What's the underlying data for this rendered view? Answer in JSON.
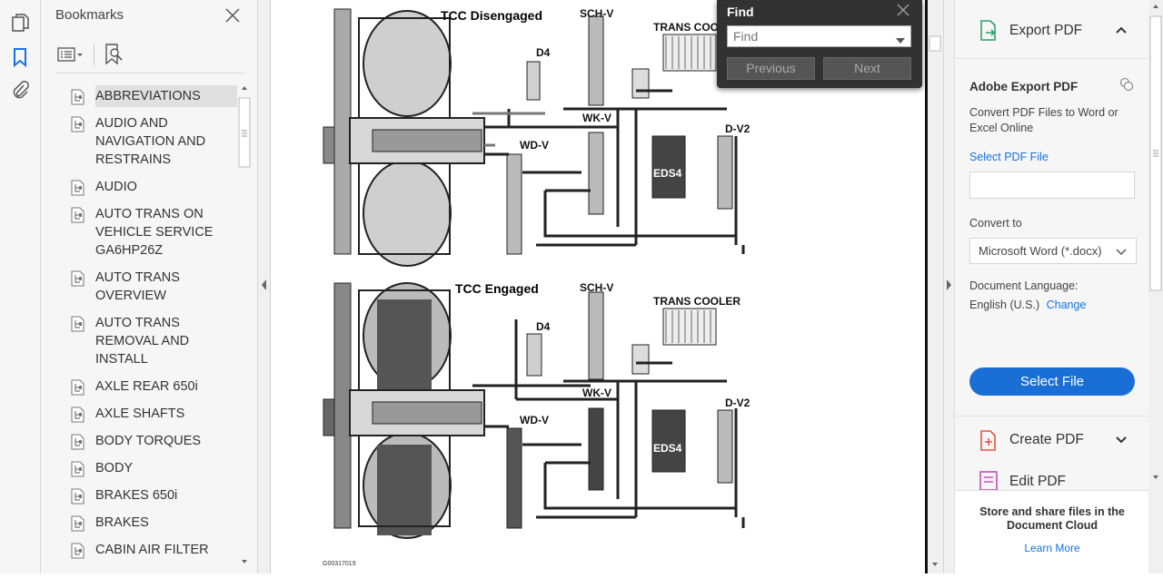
{
  "left_toolbar": {
    "icons": [
      "pages-icon",
      "bookmark-icon",
      "attachment-icon"
    ]
  },
  "bookmarks": {
    "title": "Bookmarks",
    "items": [
      {
        "label": "ABBREVIATIONS",
        "selected": true
      },
      {
        "label": "AUDIO AND NAVIGATION AND RESTRAINS"
      },
      {
        "label": "AUDIO"
      },
      {
        "label": "AUTO TRANS ON VEHICLE SERVICE GA6HP26Z"
      },
      {
        "label": "AUTO TRANS OVERVIEW"
      },
      {
        "label": "AUTO TRANS REMOVAL AND INSTALL"
      },
      {
        "label": "AXLE REAR 650i"
      },
      {
        "label": "AXLE SHAFTS"
      },
      {
        "label": "BODY TORQUES"
      },
      {
        "label": "BODY"
      },
      {
        "label": "BRAKES 650i"
      },
      {
        "label": "BRAKES"
      },
      {
        "label": "CABIN AIR FILTER"
      }
    ]
  },
  "document": {
    "diagram1_title": "TCC Disengaged",
    "diagram2_title": "TCC Engaged",
    "labels": {
      "sch_v": "SCH-V",
      "trans_cooler_1": "TRANS COO",
      "trans_cooler_2": "TRANS COOLER",
      "d4": "D4",
      "wk_v": "WK-V",
      "wd_v": "WD-V",
      "d_v2": "D-V2",
      "eds4": "EDS4"
    },
    "figure_id": "G00317019"
  },
  "find": {
    "title": "Find",
    "placeholder": "Find",
    "previous_label": "Previous",
    "next_label": "Next"
  },
  "right_panel": {
    "export_pdf_label": "Export PDF",
    "adobe_export_title": "Adobe Export PDF",
    "convert_desc": "Convert PDF Files to Word or Excel Online",
    "select_pdf_file": "Select PDF File",
    "convert_to_label": "Convert to",
    "convert_to_value": "Microsoft Word (*.docx)",
    "doc_lang_label": "Document Language:",
    "doc_lang_value": "English (U.S.)",
    "change_label": "Change",
    "select_file_button": "Select File",
    "create_pdf_label": "Create PDF",
    "edit_pdf_label": "Edit PDF",
    "store_text": "Store and share files in the Document Cloud",
    "learn_more": "Learn More",
    "accent_color": "#1473e6"
  }
}
